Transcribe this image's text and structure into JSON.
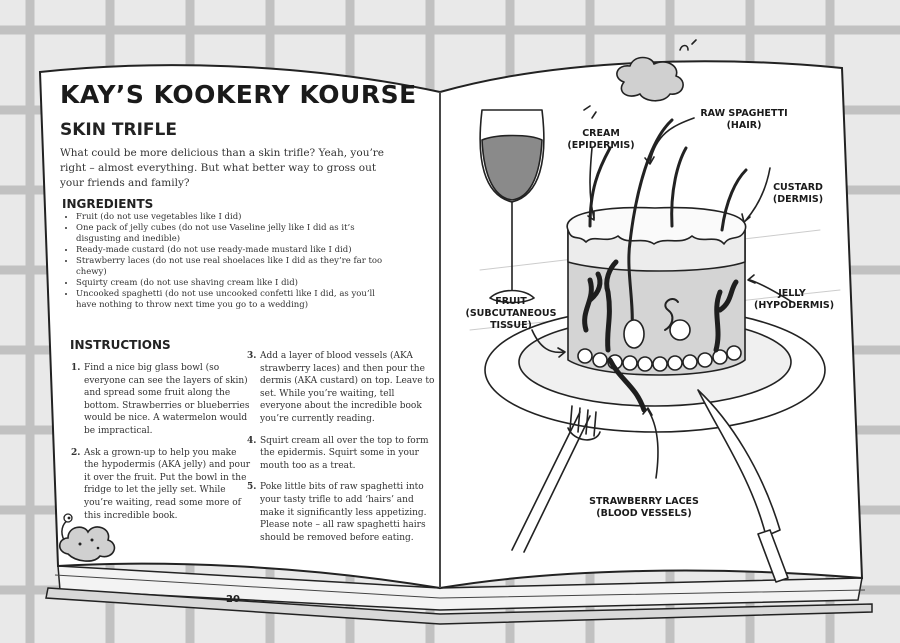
{
  "left_page": {
    "title": "KAY’S KOOKERY KOURSE",
    "subtitle": "SKIN TRIFLE",
    "intro": "What could be more delicious than a skin trifle? Yeah, you’re right – almost everything. But what better way to gross out your friends and family?",
    "ingredients_heading": "INGREDIENTS",
    "ingredients": [
      "Fruit (do not use vegetables like I did)",
      "One pack of jelly cubes (do not use Vaseline jelly like I did as it’s disgusting and inedible)",
      "Ready-made custard (do not use ready-made mustard like I did)",
      "Strawberry laces (do not use real shoelaces like I did as they’re far too chewy)",
      "Squirty cream (do not use shaving cream like I did)",
      "Uncooked spaghetti (do not use uncooked confetti like I did, as you’ll have nothing to throw next time you go to a wedding)"
    ],
    "instructions_heading": "INSTRUCTIONS",
    "steps": [
      {
        "num": "1.",
        "text": "Find a nice big glass bowl (so everyone can see the layers of skin) and spread some fruit along the bottom. Strawberries or blueberries would be nice. A watermelon would be impractical."
      },
      {
        "num": "2.",
        "text": "Ask a grown-up to help you make the hypodermis (AKA jelly) and pour it over the fruit. Put the bowl in the fridge to let the jelly set. While you’re waiting, read some more of this incredible book."
      },
      {
        "num": "3.",
        "text": "Add a layer of blood vessels (AKA strawberry laces) and then pour the dermis (AKA custard) on top. Leave to set. While you’re waiting, tell everyone about the incredible book you’re currently reading."
      },
      {
        "num": "4.",
        "text": "Squirt cream all over the top to form the epidermis. Squirt some in your mouth too as a treat."
      },
      {
        "num": "5.",
        "text": "Poke little bits of raw spaghetti into your tasty trifle to add ‘hairs’ and make it significantly less appetizing. Please note – all raw spaghetti hairs should be removed before eating."
      }
    ],
    "page_number": "20"
  },
  "labels": {
    "cream": "CREAM\n(EPIDERMIS)",
    "spaghetti": "RAW SPAGHETTI\n(HAIR)",
    "custard": "CUSTARD\n(DERMIS)",
    "jelly": "JELLY\n(HYPODERMIS)",
    "fruit": "FRUIT\n(SUBCUTANEOUS\nTISSUE)",
    "laces": "STRAWBERRY LACES\n(BLOOD VESSELS)"
  },
  "colors": {
    "background": "#e9e9e9",
    "grid": "#b9b9b9",
    "page": "#ffffff",
    "ink": "#222222",
    "wine": "#8a8a8a",
    "jelly": "#cfcfcf",
    "laces": "#2a2a2a"
  }
}
